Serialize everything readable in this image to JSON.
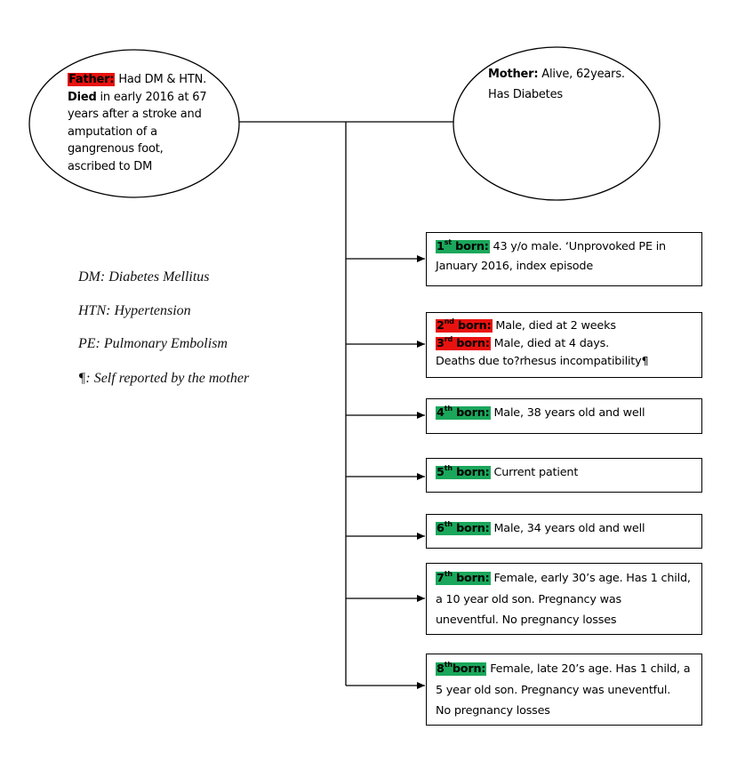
{
  "father": {
    "label": "Father:",
    "line1_rest": " Had DM & HTN.",
    "died_label": "Died",
    "line2_rest": " in early 2016 at 67",
    "lines": [
      "years after a stroke and",
      "amputation of a",
      "gangrenous foot,",
      "ascribed to DM"
    ]
  },
  "mother": {
    "label": "Mother:",
    "line1_rest": " Alive, 62years.",
    "line2": "Has Diabetes"
  },
  "legend": [
    "DM: Diabetes Mellitus",
    "HTN: Hypertension",
    "PE: Pulmonary Embolism",
    "¶: Self reported by the mother"
  ],
  "children": {
    "c1": {
      "num": "1",
      "sup": "st",
      "word": " born:",
      "lines": [
        " 43 y/o male. ‘Unprovoked PE in",
        "January 2016, index episode"
      ]
    },
    "c2": {
      "num": "2",
      "sup": "nd",
      "word": " born:",
      "text": " Male, died at 2 weeks"
    },
    "c3": {
      "num": "3",
      "sup": "rd",
      "word": " born:",
      "text": " Male, died at 4 days."
    },
    "c23_note": "Deaths due to?rhesus incompatibility¶",
    "c4": {
      "num": "4",
      "sup": "th",
      "word": " born:",
      "text": " Male, 38 years old and well"
    },
    "c5": {
      "num": "5",
      "sup": "th",
      "word": " born:",
      "text": " Current patient"
    },
    "c6": {
      "num": "6",
      "sup": "th",
      "word": " born:",
      "text": " Male, 34 years old and well"
    },
    "c7": {
      "num": "7",
      "sup": "th",
      "word": " born:",
      "lines": [
        " Female, early 30’s age. Has 1 child,",
        "a 10 year old son. Pregnancy was",
        "uneventful. No pregnancy losses"
      ]
    },
    "c8": {
      "num": "8",
      "sup": "th",
      "word": "born:",
      "lines": [
        " Female, late 20’s age. Has 1 child, a",
        "5 year old son. Pregnancy was uneventful.",
        "No pregnancy losses"
      ]
    }
  },
  "colors": {
    "deceased": "#e8120f",
    "living": "#1aa75b",
    "line": "#000000"
  }
}
